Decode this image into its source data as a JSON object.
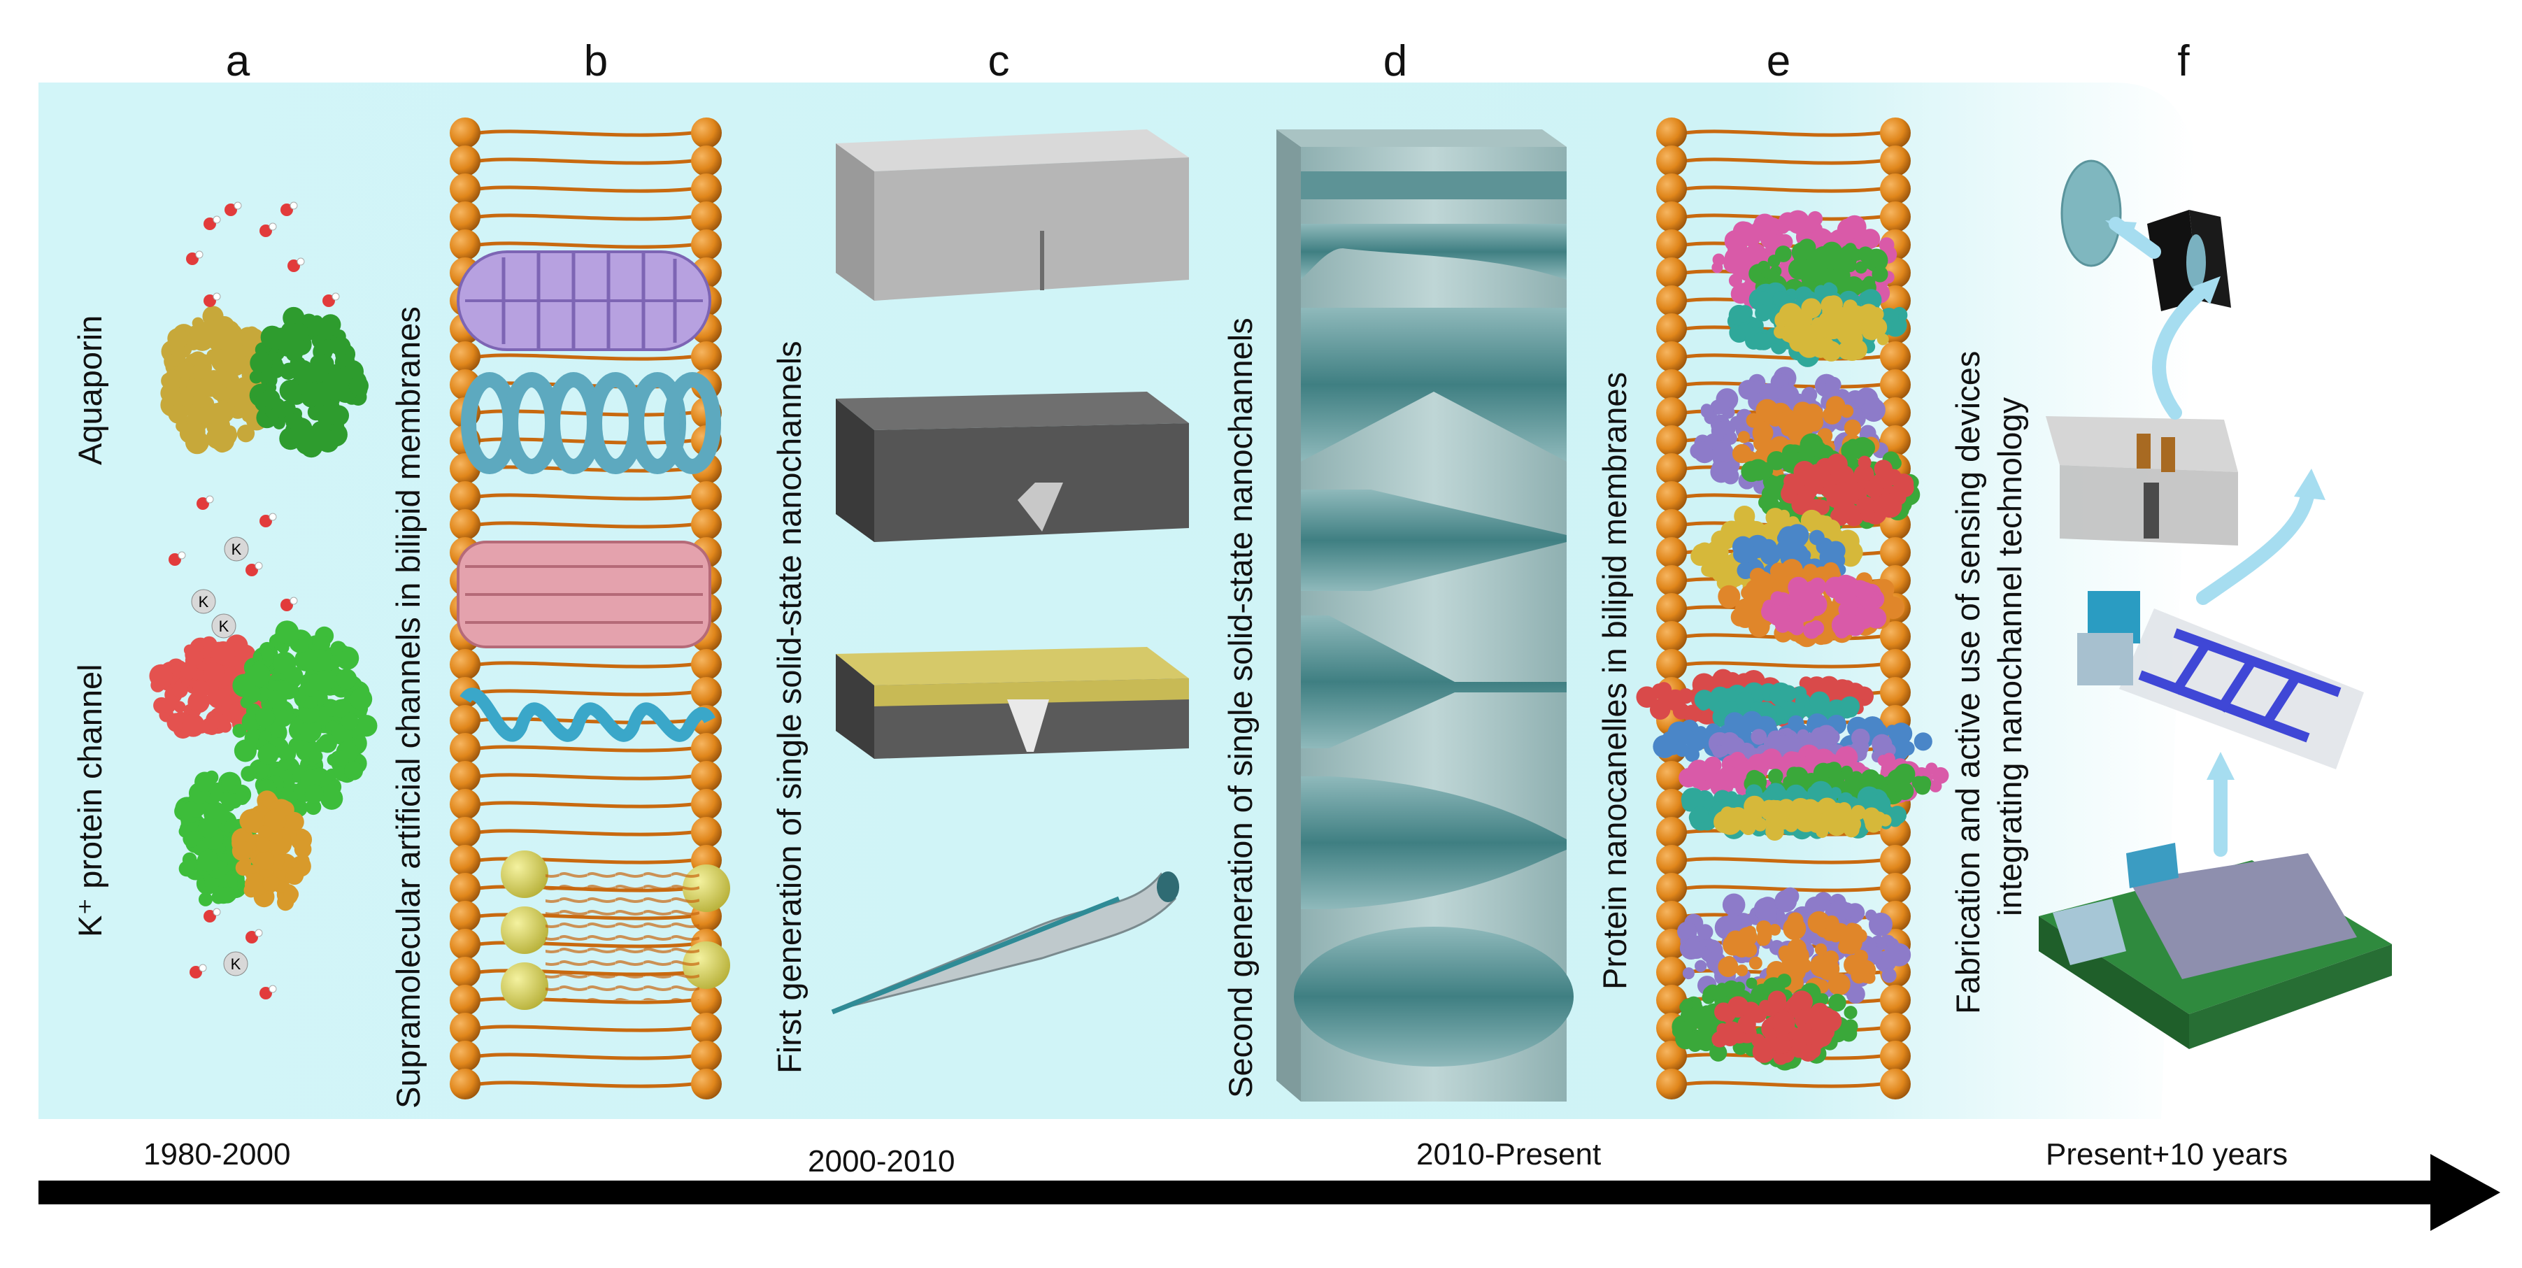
{
  "panels": {
    "a": {
      "letter": "a",
      "labels": [
        "Aquaporin",
        "K⁺ protein channel"
      ]
    },
    "b": {
      "letter": "b",
      "label": "Supramolecular artificial channels in bilipid membranes"
    },
    "c": {
      "letter": "c",
      "label": "First generation of single solid-state nanochannels"
    },
    "d": {
      "letter": "d",
      "label": "Second generation of single solid-state nanochannels"
    },
    "e": {
      "letter": "e",
      "label": "Protein nanocanelles in bilipid membranes"
    },
    "f": {
      "letter": "f",
      "label_line1": "Fabrication and active use of sensing devices",
      "label_line2": "integrating nanochannel technology"
    }
  },
  "ion_labels": [
    "K",
    "K",
    "K",
    "K"
  ],
  "timeline": [
    "1980-2000",
    "2000-2010",
    "2010-Present",
    "Present+10 years"
  ],
  "colors": {
    "background_band": "#cff4f7",
    "lipid_head": "#e08a1e",
    "lipid_tail": "#c86a12",
    "nanochannel_gray": "#9ab8b9",
    "arrow": "#000000"
  }
}
